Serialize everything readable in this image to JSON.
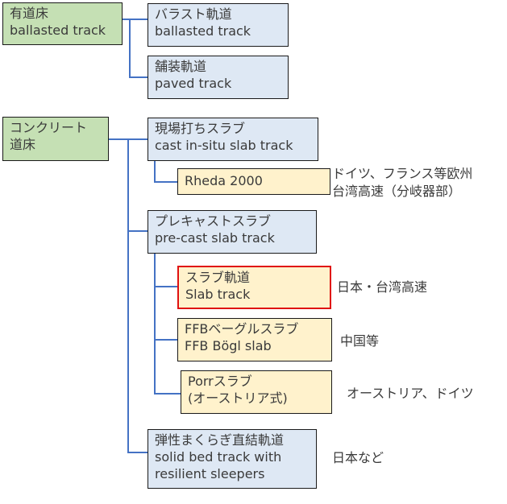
{
  "nodes": {
    "ballasted_root": {
      "line1": "有道床",
      "line2": "ballasted track"
    },
    "ballast_track": {
      "line1": "バラスト軌道",
      "line2": "ballasted track"
    },
    "paved_track": {
      "line1": "舗装軌道",
      "line2": "paved track"
    },
    "concrete_root": {
      "line1": "コンクリート",
      "line2": "道床"
    },
    "cast_in_situ": {
      "line1": "現場打ちスラブ",
      "line2": "cast in-situ slab track"
    },
    "rheda": {
      "line1": "Rheda 2000"
    },
    "precast": {
      "line1": "プレキャストスラブ",
      "line2": "pre-cast slab track"
    },
    "slab_track": {
      "line1": "スラブ軌道",
      "line2": "Slab track"
    },
    "ffb_bogl": {
      "line1": "FFBベーグルスラブ",
      "line2": "FFB Bögl slab"
    },
    "porr": {
      "line1": "Porrスラブ",
      "line2": "(オーストリア式)"
    },
    "resilient": {
      "line1": "弾性まくらぎ直結軌道",
      "line2": "solid bed track with",
      "line3": "resilient sleepers"
    }
  },
  "notes": {
    "rheda": {
      "line1": "ドイツ、フランス等欧州",
      "line2": "台湾高速（分岐器部）"
    },
    "slab_track": "日本・台湾高速",
    "ffb_bogl": "中国等",
    "porr": "オーストリア、ドイツ",
    "resilient": "日本など"
  },
  "colors": {
    "root_fill": "#c5e0b4",
    "category_fill": "#dee8f4",
    "type_fill": "#fff2cc",
    "highlight_border": "#e01010",
    "connector": "#4472c4"
  }
}
